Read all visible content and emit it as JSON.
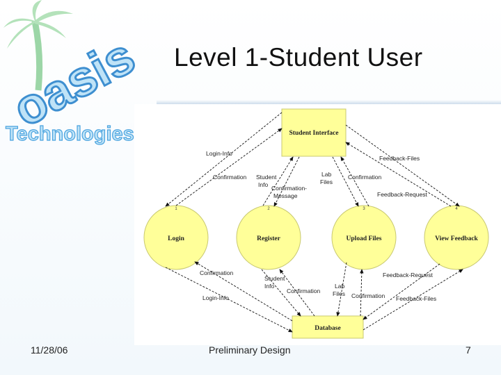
{
  "slide": {
    "title": "Level 1-Student User",
    "footer_date": "11/28/06",
    "footer_center": "Preliminary Design",
    "slide_number": "7"
  },
  "logo": {
    "word1": "oasis",
    "word2": "Technologies"
  },
  "diagram": {
    "external_entity": "Student Interface",
    "data_store": "Database",
    "processes": [
      {
        "num": "1",
        "label": "Login"
      },
      {
        "num": "2",
        "label": "Register"
      },
      {
        "num": "3",
        "label": "Upload Files"
      },
      {
        "num": "4",
        "label": "View Feedback"
      }
    ],
    "flows_top": {
      "login_info": "Login-Info",
      "confirmation_1": "Confirmation",
      "student_info_1": "Student",
      "student_info_2": "Info",
      "conf_msg_1": "Confirmation-",
      "conf_msg_2": "Message",
      "lab_files_1": "Lab",
      "lab_files_2": "Files",
      "confirmation_3": "Confirmation",
      "feedback_files": "Feedback-Files",
      "feedback_request": "Feedback-Request"
    },
    "flows_bottom": {
      "confirmation_1": "Confirmation",
      "login_info": "Login-Info",
      "student_info_1": "Student",
      "student_info_2": "Info",
      "confirmation_2": "Confirmation",
      "lab_files_1": "Lab",
      "lab_files_2": "Files",
      "confirmation_3": "Confirmation",
      "feedback_request": "Feedback-Request",
      "feedback_files": "Feedback-Files"
    }
  },
  "colors": {
    "node_fill": "#ffff99",
    "node_stroke": "#c8c870",
    "logo_blue": "#4aa3df",
    "logo_green": "#5fbf6f"
  }
}
